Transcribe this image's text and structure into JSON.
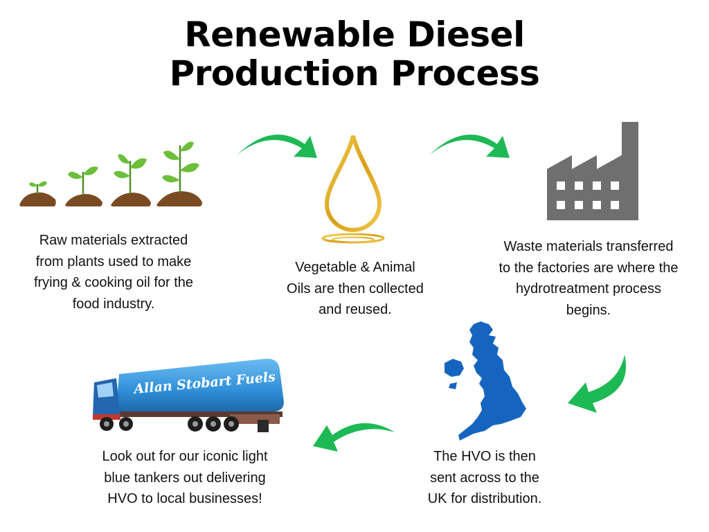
{
  "title": {
    "line1": "Renewable Diesel",
    "line2": "Production Process"
  },
  "steps": [
    {
      "icon": "seedlings-icon",
      "lines": [
        "Raw materials extracted",
        "from plants used to make",
        "frying & cooking oil for the",
        "food industry."
      ]
    },
    {
      "icon": "oil-drop-icon",
      "lines": [
        "Vegetable & Animal",
        "Oils  are then collected",
        "and reused."
      ]
    },
    {
      "icon": "factory-icon",
      "lines": [
        "Waste materials transferred",
        "to the factories are where the",
        "hydrotreatment process",
        "begins."
      ]
    },
    {
      "icon": "uk-map-icon",
      "lines": [
        "The HVO is then",
        "sent across to the",
        "UK for distribution."
      ]
    },
    {
      "icon": "tanker-truck-icon",
      "lines": [
        "Look out for our iconic light",
        "blue tankers out delivering",
        "HVO to local businesses!"
      ]
    }
  ],
  "truck": {
    "brand": "Allan Stobart Fuels"
  },
  "colors": {
    "arrow": "#1db954",
    "factory": "#6f6f6f",
    "map": "#1565c0",
    "drop": "#e0b420",
    "soil": "#7a4a22",
    "leaf": "#6cbf3a",
    "truck_body": "#2f8fd8"
  }
}
